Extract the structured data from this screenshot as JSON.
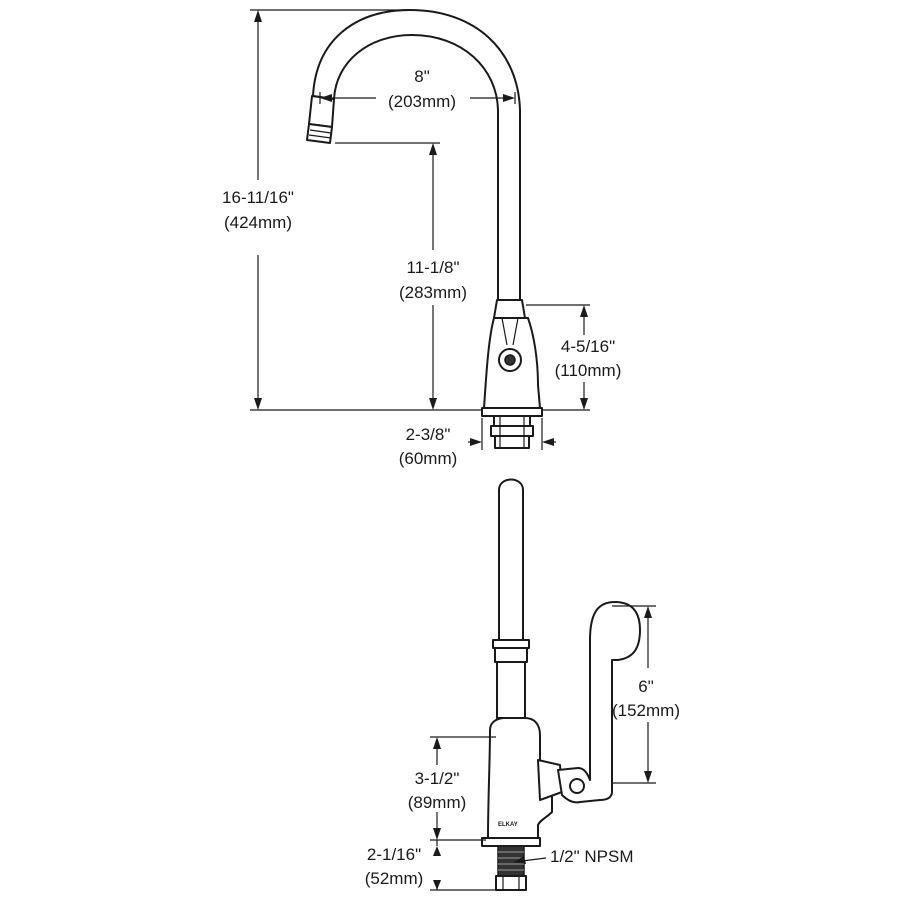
{
  "dimensions": {
    "overall_height": {
      "imperial": "16-11/16\"",
      "metric": "(424mm)"
    },
    "spout_reach": {
      "imperial": "8\"",
      "metric": "(203mm)"
    },
    "spout_clearance": {
      "imperial": "11-1/8\"",
      "metric": "(283mm)"
    },
    "body_height": {
      "imperial": "4-5/16\"",
      "metric": "(110mm)"
    },
    "base_diameter": {
      "imperial": "2-3/8\"",
      "metric": "(60mm)"
    },
    "handle_length": {
      "imperial": "6\"",
      "metric": "(152mm)"
    },
    "side_body_height": {
      "imperial": "3-1/2\"",
      "metric": "(89mm)"
    },
    "shank_length": {
      "imperial": "2-1/16\"",
      "metric": "(52mm)"
    }
  },
  "callouts": {
    "thread": "1/2\" NPSM"
  },
  "logo": "ELKAY"
}
